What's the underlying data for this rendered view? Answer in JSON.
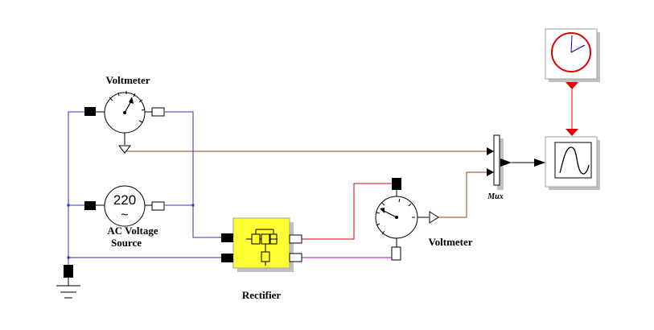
{
  "diagram": {
    "voltmeter_top_label": "Voltmeter",
    "ac_source_value": "220",
    "ac_source_symbol": "~",
    "ac_source_label_line1": "AC Voltage",
    "ac_source_label_line2": "Source",
    "rectifier_label": "Rectifier",
    "voltmeter_right_label": "Voltmeter",
    "mux_label": "Mux"
  },
  "colors": {
    "wire_blue": "#3030c0",
    "wire_brown": "#8b4513",
    "wire_red": "#e00000",
    "wire_magenta": "#c000c0",
    "rectifier_fill": "#ffff33",
    "clock_red": "#e00000"
  },
  "icons": {
    "clock": "clock-icon",
    "scope": "oscilloscope-icon",
    "ground": "ground-icon",
    "voltmeter": "gauge-icon",
    "rectifier": "rectifier-icon"
  }
}
